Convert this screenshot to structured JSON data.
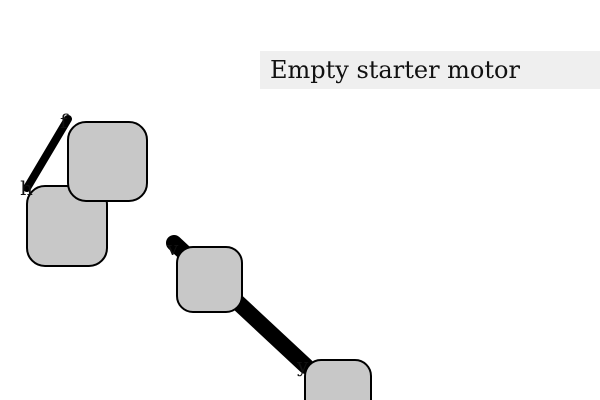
{
  "title": "Empty starter motor",
  "colors": {
    "background": "#ffffff",
    "title_background": "#efefef",
    "block_fill": "#c8c8c8",
    "outline": "#000000"
  },
  "wires": [
    {
      "name": "wire-f-to-h",
      "start_label": "f",
      "end_label": "h"
    },
    {
      "name": "wire-v-to-y",
      "start_label": "v",
      "end_label": "y"
    }
  ]
}
